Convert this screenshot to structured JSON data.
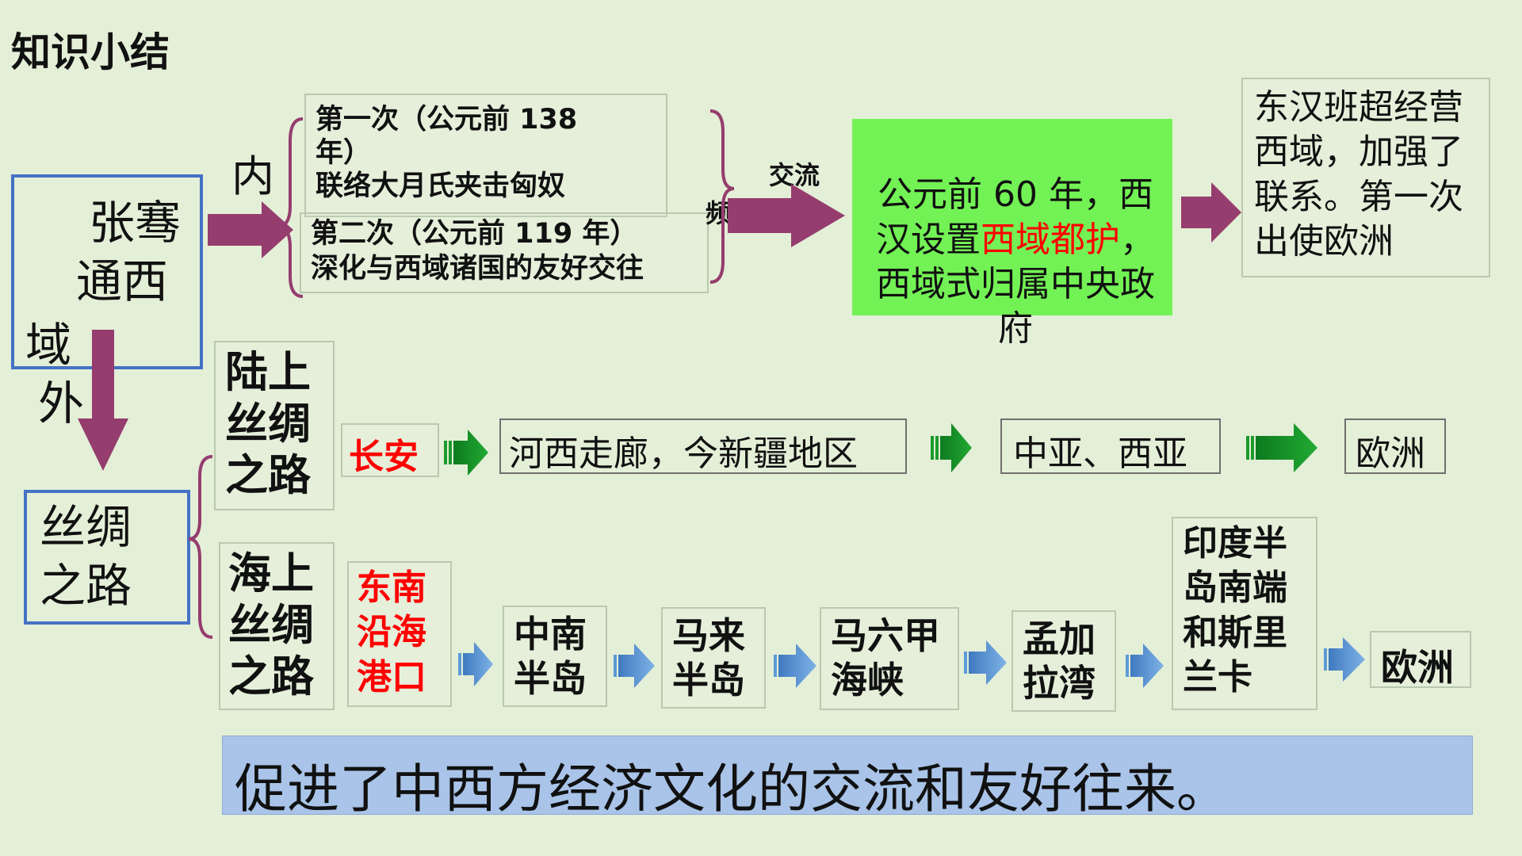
{
  "title": "知识小结",
  "zhang_qian": {
    "box_line1": "张骞",
    "box_line2": "通西",
    "yu": "域",
    "nei": "内",
    "wai": "外"
  },
  "missions": {
    "first": "第一次（公元前 138\n年）\n联络大月氏夹击匈奴",
    "second": "第二次（公元前 119 年）\n深化与西域诸国的友好交往"
  },
  "exchange_label_1": "交流",
  "exchange_label_2": "频繁",
  "protectorate": {
    "before": "公元前 60 年，西\n汉设置",
    "highlight": "西域都护",
    "after": "，\n西域式归属中央政\n府"
  },
  "ban_chao": "东汉班超经营\n西域，加强了\n联系。第一次\n出使欧洲",
  "silk_road_box": "丝绸\n之路",
  "land_route": {
    "label": "陆上\n丝绸\n之路",
    "stops": [
      "长安",
      "河西走廊，今新疆地区",
      "中亚、西亚",
      "欧洲"
    ]
  },
  "sea_route": {
    "label": "海上\n丝绸\n之路",
    "stops": [
      "东南\n沿海\n港口",
      "中南\n半岛",
      "马来\n半岛",
      "马六甲\n海峡",
      "孟加\n拉湾",
      "印度半\n岛南端\n和斯里\n兰卡",
      "欧洲"
    ]
  },
  "conclusion": "促进了中西方经济文化的交流和友好往来。",
  "colors": {
    "background": "#e4efd8",
    "maroon_arrow": "#953d6e",
    "green_arrow": "#1c9a2c",
    "blue_arrow": "#5b9bd5",
    "highlight_red": "#ff0000",
    "protectorate_bg": "#73f255",
    "conclusion_bg": "#a9c4e8",
    "blue_border": "#4472c4"
  }
}
